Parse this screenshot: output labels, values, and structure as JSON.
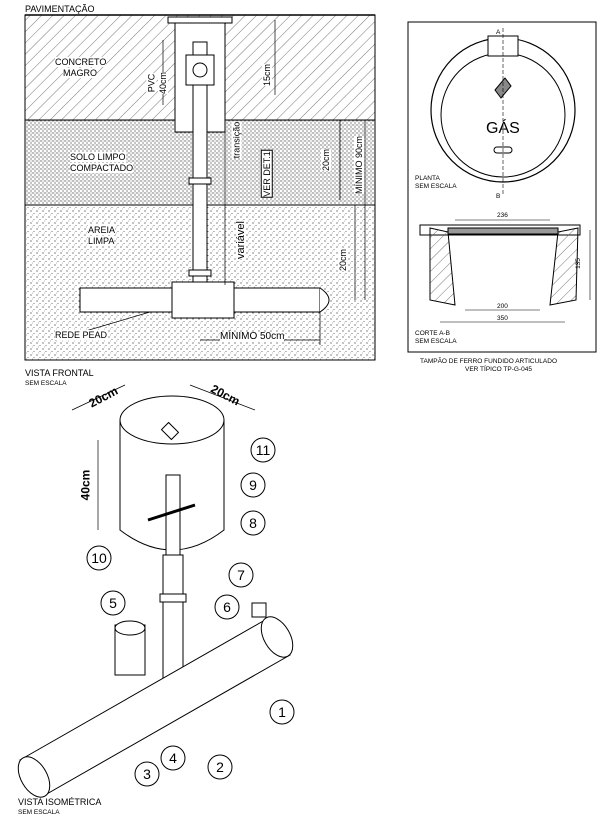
{
  "frontal": {
    "pavimentacao": "PAVIMENTAÇÃO",
    "concreto": "CONCRETO",
    "magro": "MAGRO",
    "pvc": "PVC",
    "dim_40": "40cm",
    "dim_15": "15cm",
    "transicao": "transição",
    "ver_det": "VER DET.1",
    "solo": "SOLO LIMPO",
    "compactado": "COMPACTADO",
    "dim_20a": "20cm",
    "minimo90": "MÍNIMO 90cm",
    "areia": "AREIA",
    "limpa": "LIMPA",
    "variavel": "variável",
    "dim_20b": "20cm",
    "rede_pead": "REDE PEAD",
    "minimo50": "MÍNIMO 50cm",
    "caption": "VISTA FRONTAL",
    "caption_sub": "SEM ESCALA"
  },
  "tampao": {
    "gas": "GÁS",
    "cut_a": "A",
    "cut_b": "B",
    "planta": "PLANTA",
    "planta_sub": "SEM ESCALA",
    "dim_236": "236",
    "dim_135": "135",
    "dim_200": "200",
    "dim_350": "350",
    "corte": "CORTE A-B",
    "corte_sub": "SEM ESCALA",
    "caption_1": "TAMPÃO DE FERRO FUNDIDO ARTICULADO",
    "caption_2": "VER TÍPICO TP-G-045"
  },
  "iso": {
    "dim_20a": "20cm",
    "dim_20b": "20cm",
    "dim_40": "40cm",
    "callouts": [
      "1",
      "2",
      "3",
      "4",
      "5",
      "6",
      "7",
      "8",
      "9",
      "10",
      "11"
    ],
    "caption": "VISTA ISOMÉTRICA",
    "caption_sub": "SEM ESCALA"
  }
}
